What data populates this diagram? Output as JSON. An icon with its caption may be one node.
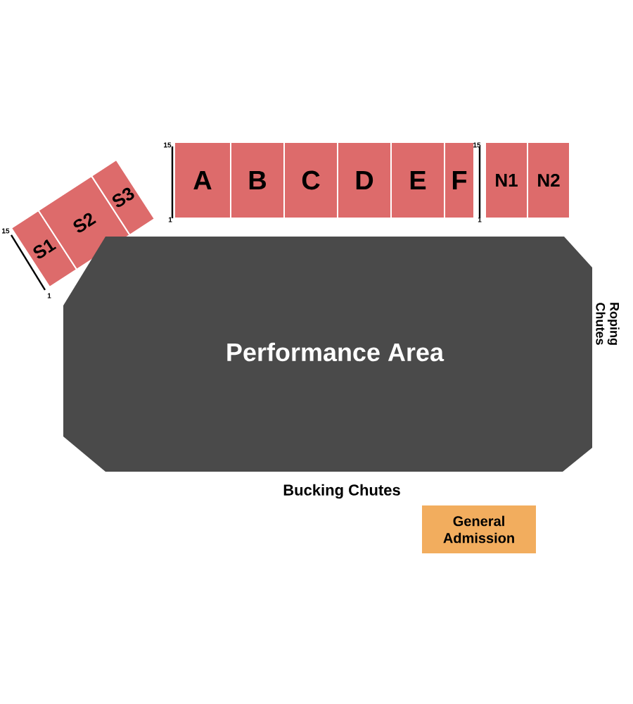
{
  "diagram": {
    "nodes": [
      {
        "text": [
          "A"
        ]
      },
      {
        "text": [
          "B"
        ]
      },
      {
        "text": [
          "C"
        ]
      },
      {
        "text": [
          "D"
        ]
      },
      {
        "text": [
          "E"
        ]
      },
      {
        "text": [
          "F"
        ]
      },
      {
        "text": [
          "N1"
        ]
      },
      {
        "text": [
          "N2"
        ]
      },
      {
        "text": [
          "S1"
        ]
      },
      {
        "text": [
          "S2"
        ]
      },
      {
        "text": [
          "S3"
        ]
      },
      {
        "text": [
          "Performance Area"
        ]
      },
      {
        "text": [
          "General Admission"
        ]
      }
    ],
    "labels": [
      "15",
      "15",
      "1",
      "1",
      "15",
      "1",
      "Roping Chutes",
      "Bucking Chutes"
    ]
  }
}
